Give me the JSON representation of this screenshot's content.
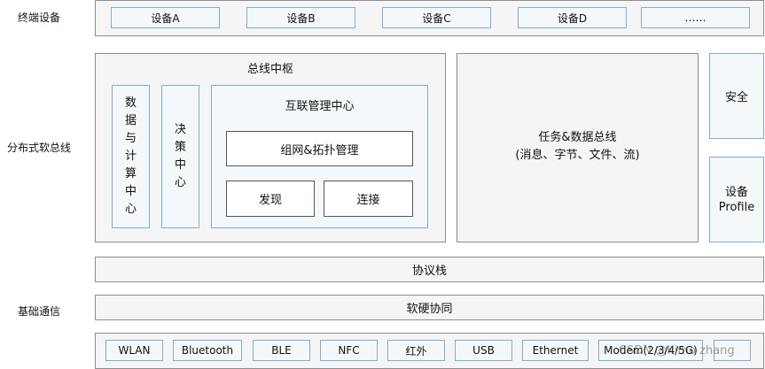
{
  "left_labels": {
    "terminal": "终端设备",
    "distributed_bus": "分布式软总线",
    "basic_comm": "基础通信"
  },
  "devices": [
    "设备A",
    "设备B",
    "设备C",
    "设备D",
    "……"
  ],
  "bus_hub": {
    "title": "总线中枢",
    "data_compute_chars": [
      "数",
      "据",
      "与",
      "计",
      "算",
      "中",
      "心"
    ],
    "decision_chars": [
      "决",
      "策",
      "中",
      "心"
    ],
    "interconnect": {
      "title": "互联管理中心",
      "networking": "组网&拓扑管理",
      "discovery": "发现",
      "connection": "连接"
    }
  },
  "task_bus": {
    "line1": "任务&数据总线",
    "line2": "(消息、字节、文件、流)"
  },
  "security": "安全",
  "device_profile": {
    "line1": "设备",
    "line2": "Profile"
  },
  "protocol_stack": "协议栈",
  "hw_sw_collab": "软硬协同",
  "comm_techs": [
    "WLAN",
    "Bluetooth",
    "BLE",
    "NFC",
    "红外",
    "USB",
    "Ethernet",
    "Modem(2/3/4/5G)",
    ""
  ],
  "watermark": "CSDN @Kimo zhang"
}
